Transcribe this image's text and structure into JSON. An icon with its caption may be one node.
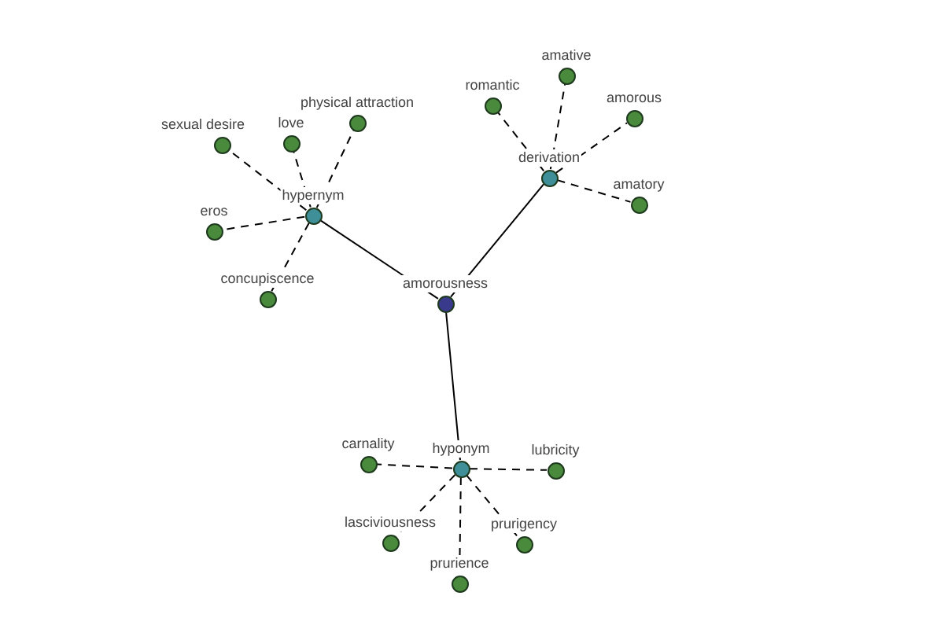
{
  "diagram": {
    "nodes": [
      {
        "text": [],
        "shape": "circle",
        "beside": [
          "amorousness"
        ]
      },
      {
        "text": [],
        "shape": "circle",
        "beside": [
          "hypernym"
        ]
      },
      {
        "text": [],
        "shape": "circle",
        "beside": [
          "derivation"
        ]
      },
      {
        "text": [],
        "shape": "circle",
        "beside": [
          "hyponym"
        ]
      },
      {
        "text": [],
        "shape": "circle",
        "beside": [
          "sexual desire"
        ]
      },
      {
        "text": [],
        "shape": "circle",
        "beside": [
          "love"
        ]
      },
      {
        "text": [],
        "shape": "circle",
        "beside": [
          "physical attraction"
        ]
      },
      {
        "text": [],
        "shape": "circle",
        "beside": [
          "eros"
        ]
      },
      {
        "text": [],
        "shape": "circle",
        "beside": [
          "concupiscence"
        ]
      },
      {
        "text": [],
        "shape": "circle",
        "beside": [
          "romantic"
        ]
      },
      {
        "text": [],
        "shape": "circle",
        "beside": [
          "amative"
        ]
      },
      {
        "text": [],
        "shape": "circle",
        "beside": [
          "amorous"
        ]
      },
      {
        "text": [],
        "shape": "circle",
        "beside": [
          "amatory"
        ]
      },
      {
        "text": [],
        "shape": "circle",
        "beside": [
          "carnality"
        ]
      },
      {
        "text": [],
        "shape": "circle",
        "beside": [
          "lubricity"
        ]
      },
      {
        "text": [],
        "shape": "circle",
        "beside": [
          "lasciviousness"
        ]
      },
      {
        "text": [],
        "shape": "circle",
        "beside": [
          "prurience"
        ]
      },
      {
        "text": [],
        "shape": "circle",
        "beside": [
          "prurigency"
        ]
      }
    ],
    "edges": [
      {
        "from": 0,
        "to": 1,
        "arrow": "none"
      },
      {
        "from": 0,
        "to": 2,
        "arrow": "none"
      },
      {
        "from": 0,
        "to": 3,
        "arrow": "none"
      },
      {
        "from": 1,
        "to": 4,
        "arrow": "none",
        "style": "dashed"
      },
      {
        "from": 1,
        "to": 5,
        "arrow": "none",
        "style": "dashed"
      },
      {
        "from": 1,
        "to": 6,
        "arrow": "none",
        "style": "dashed"
      },
      {
        "from": 1,
        "to": 7,
        "arrow": "none",
        "style": "dashed"
      },
      {
        "from": 1,
        "to": 8,
        "arrow": "none",
        "style": "dashed"
      },
      {
        "from": 2,
        "to": 9,
        "arrow": "none",
        "style": "dashed"
      },
      {
        "from": 2,
        "to": 10,
        "arrow": "none",
        "style": "dashed"
      },
      {
        "from": 2,
        "to": 11,
        "arrow": "none",
        "style": "dashed"
      },
      {
        "from": 2,
        "to": 12,
        "arrow": "none",
        "style": "dashed"
      },
      {
        "from": 3,
        "to": 13,
        "arrow": "none",
        "style": "dashed"
      },
      {
        "from": 3,
        "to": 14,
        "arrow": "none",
        "style": "dashed"
      },
      {
        "from": 3,
        "to": 15,
        "arrow": "none",
        "style": "dashed"
      },
      {
        "from": 3,
        "to": 16,
        "arrow": "none",
        "style": "dashed"
      },
      {
        "from": 3,
        "to": 17,
        "arrow": "none",
        "style": "dashed"
      }
    ]
  }
}
